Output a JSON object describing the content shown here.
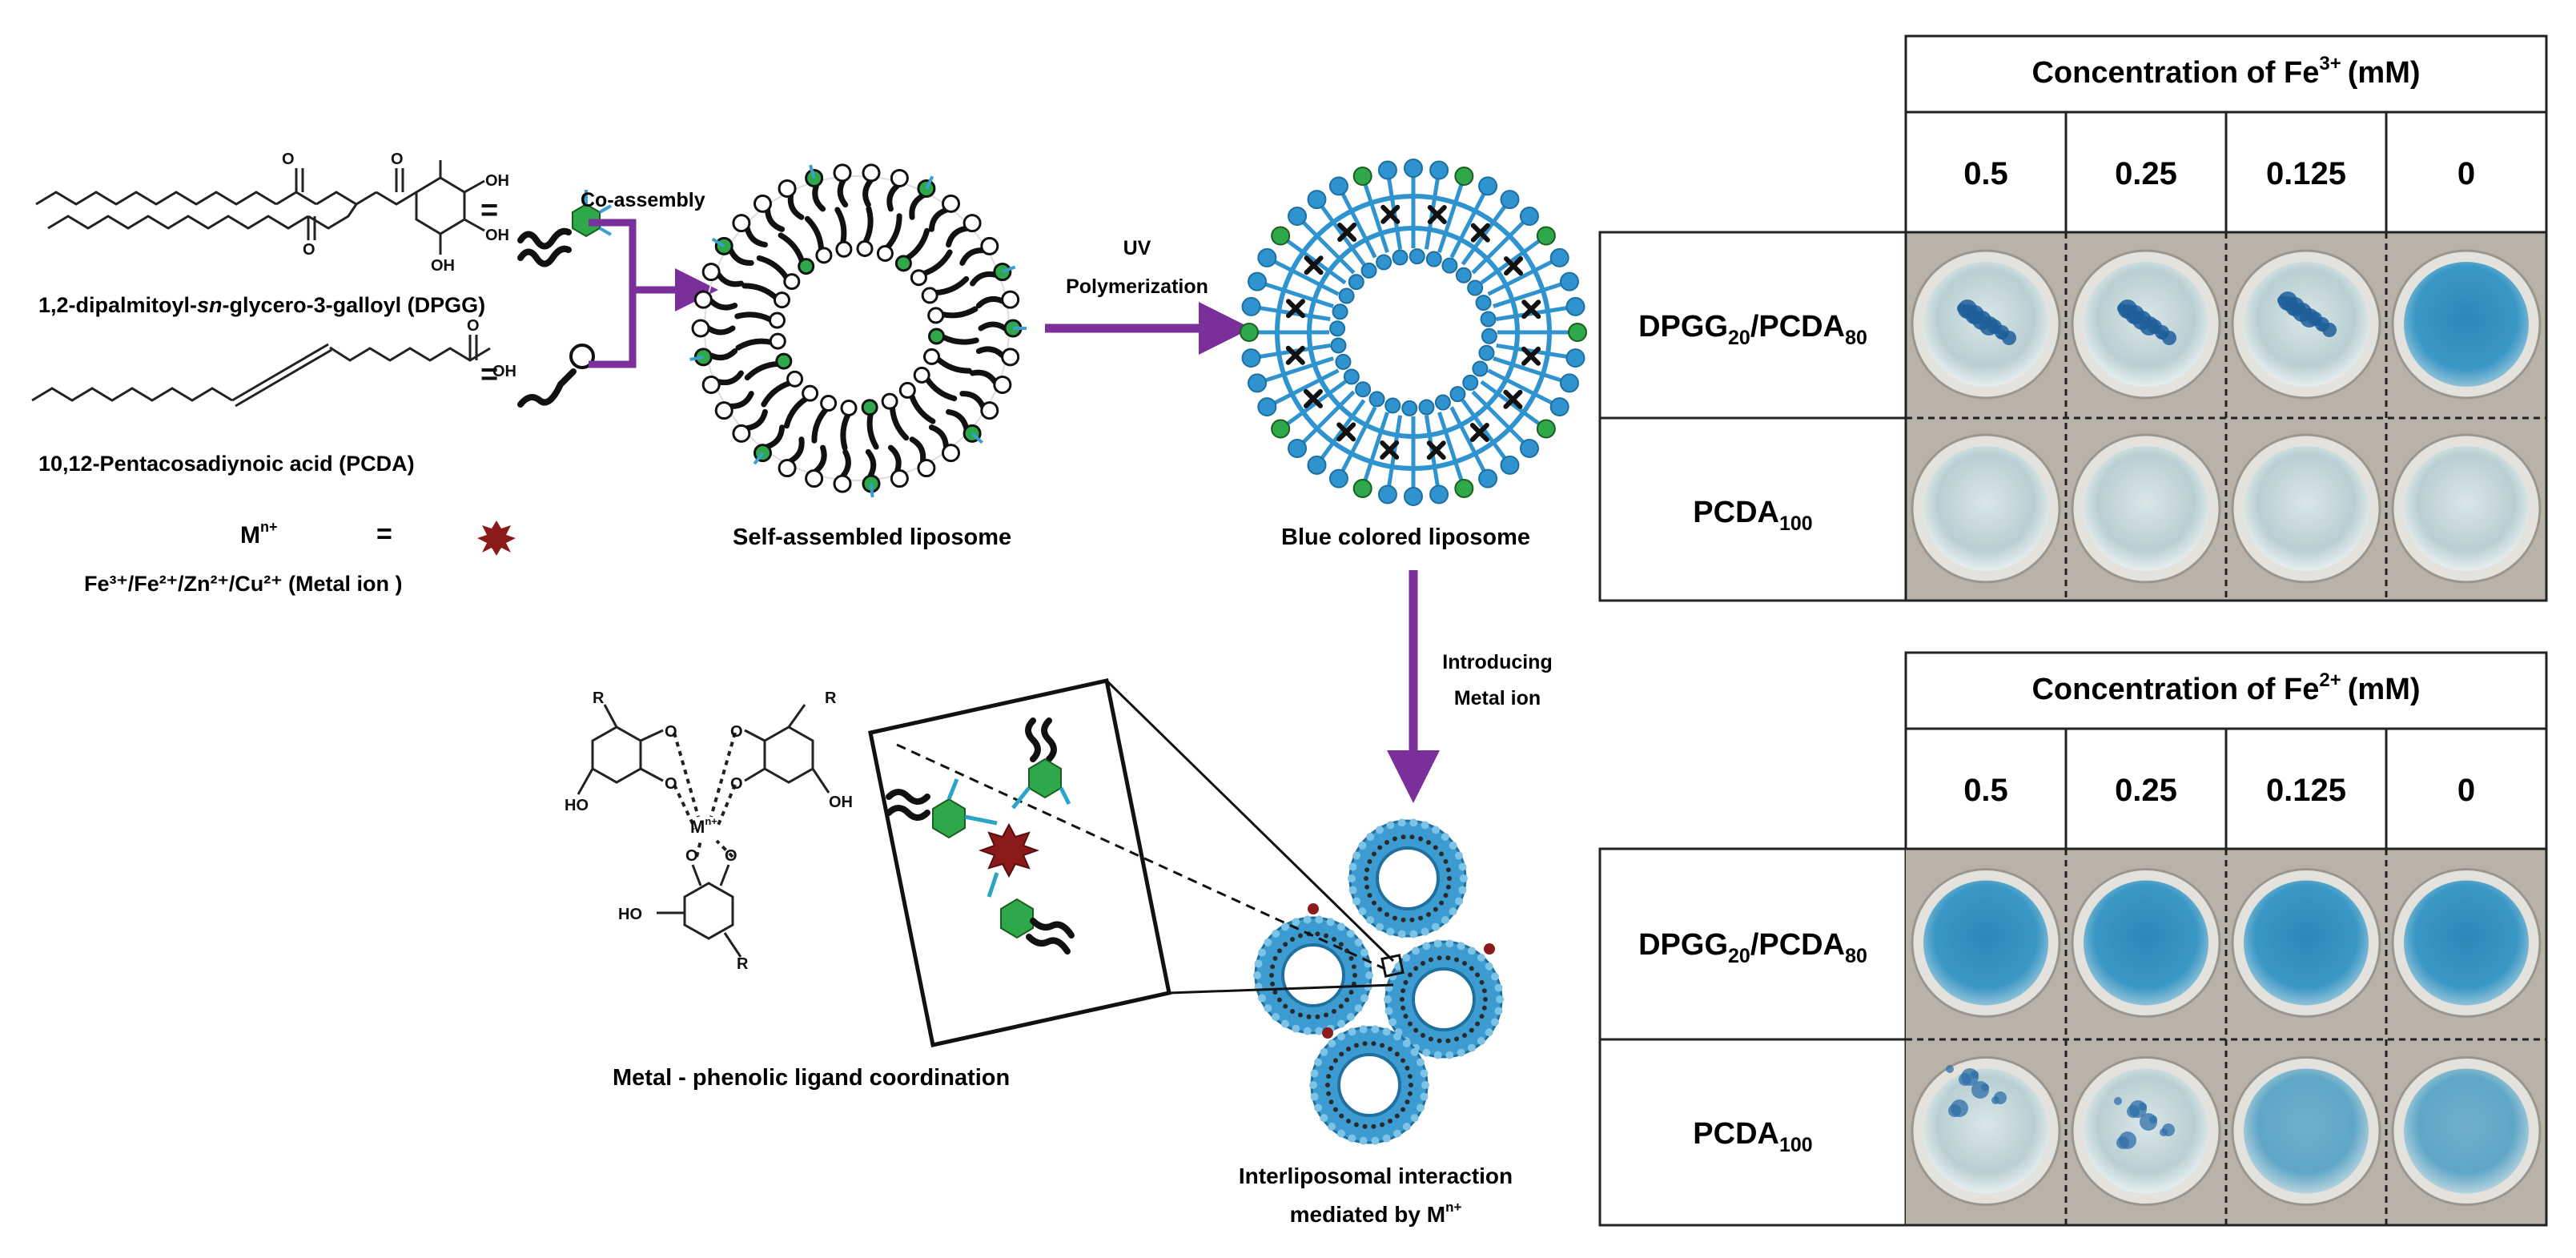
{
  "scheme": {
    "dpgg_name": "1,2-dipalmitoyl-",
    "dpgg_name_italic": "sn",
    "dpgg_name_rest": "-glycero-3-galloyl (DPGG)",
    "pcda_name": "10,12-Pentacosadiynoic acid (PCDA)",
    "metal_symbol": "M",
    "metal_charge": "n+",
    "equals": "=",
    "metal_ions": "Fe³⁺/Fe²⁺/Zn²⁺/Cu²⁺ (Metal ion )",
    "co_assembly": "Co-assembly",
    "uv_line1": "UV",
    "uv_line2": "Polymerization",
    "self_assembled": "Self-assembled liposome",
    "blue_colored": "Blue colored liposome",
    "introducing_line1": "Introducing",
    "introducing_line2": "Metal ion",
    "metal_phenolic": "Metal - phenolic ligand coordination",
    "interlipo_line1": "Interliposomal interaction",
    "interlipo_line2": "mediated by M",
    "interlipo_sup": "n+",
    "oh": "OH",
    "ho": "HO",
    "o": "O",
    "r": "R"
  },
  "colors": {
    "purple": "#7b2f9a",
    "pda_blue": "#2f93cf",
    "headgroup_green": "#2ea84a",
    "metal_red": "#8b1a1a",
    "well_blue": "#3a95c2",
    "well_clear": "#c9d9dc"
  },
  "table_fe3": {
    "title": "Concentration of Fe",
    "title_sup": "3+",
    "title_unit": "(mM)",
    "columns": [
      "0.5",
      "0.25",
      "0.125",
      "0"
    ],
    "rows": [
      {
        "label": "DPGG",
        "sub1": "20",
        "mid": "/PCDA",
        "sub2": "80"
      },
      {
        "label": "PCDA",
        "sub1": "100",
        "mid": "",
        "sub2": ""
      }
    ]
  },
  "table_fe2": {
    "title": "Concentration of Fe",
    "title_sup": "2+",
    "title_unit": "(mM)",
    "columns": [
      "0.5",
      "0.25",
      "0.125",
      "0"
    ],
    "rows": [
      {
        "label": "DPGG",
        "sub1": "20",
        "mid": "/PCDA",
        "sub2": "80"
      },
      {
        "label": "PCDA",
        "sub1": "100",
        "mid": "",
        "sub2": ""
      }
    ]
  }
}
